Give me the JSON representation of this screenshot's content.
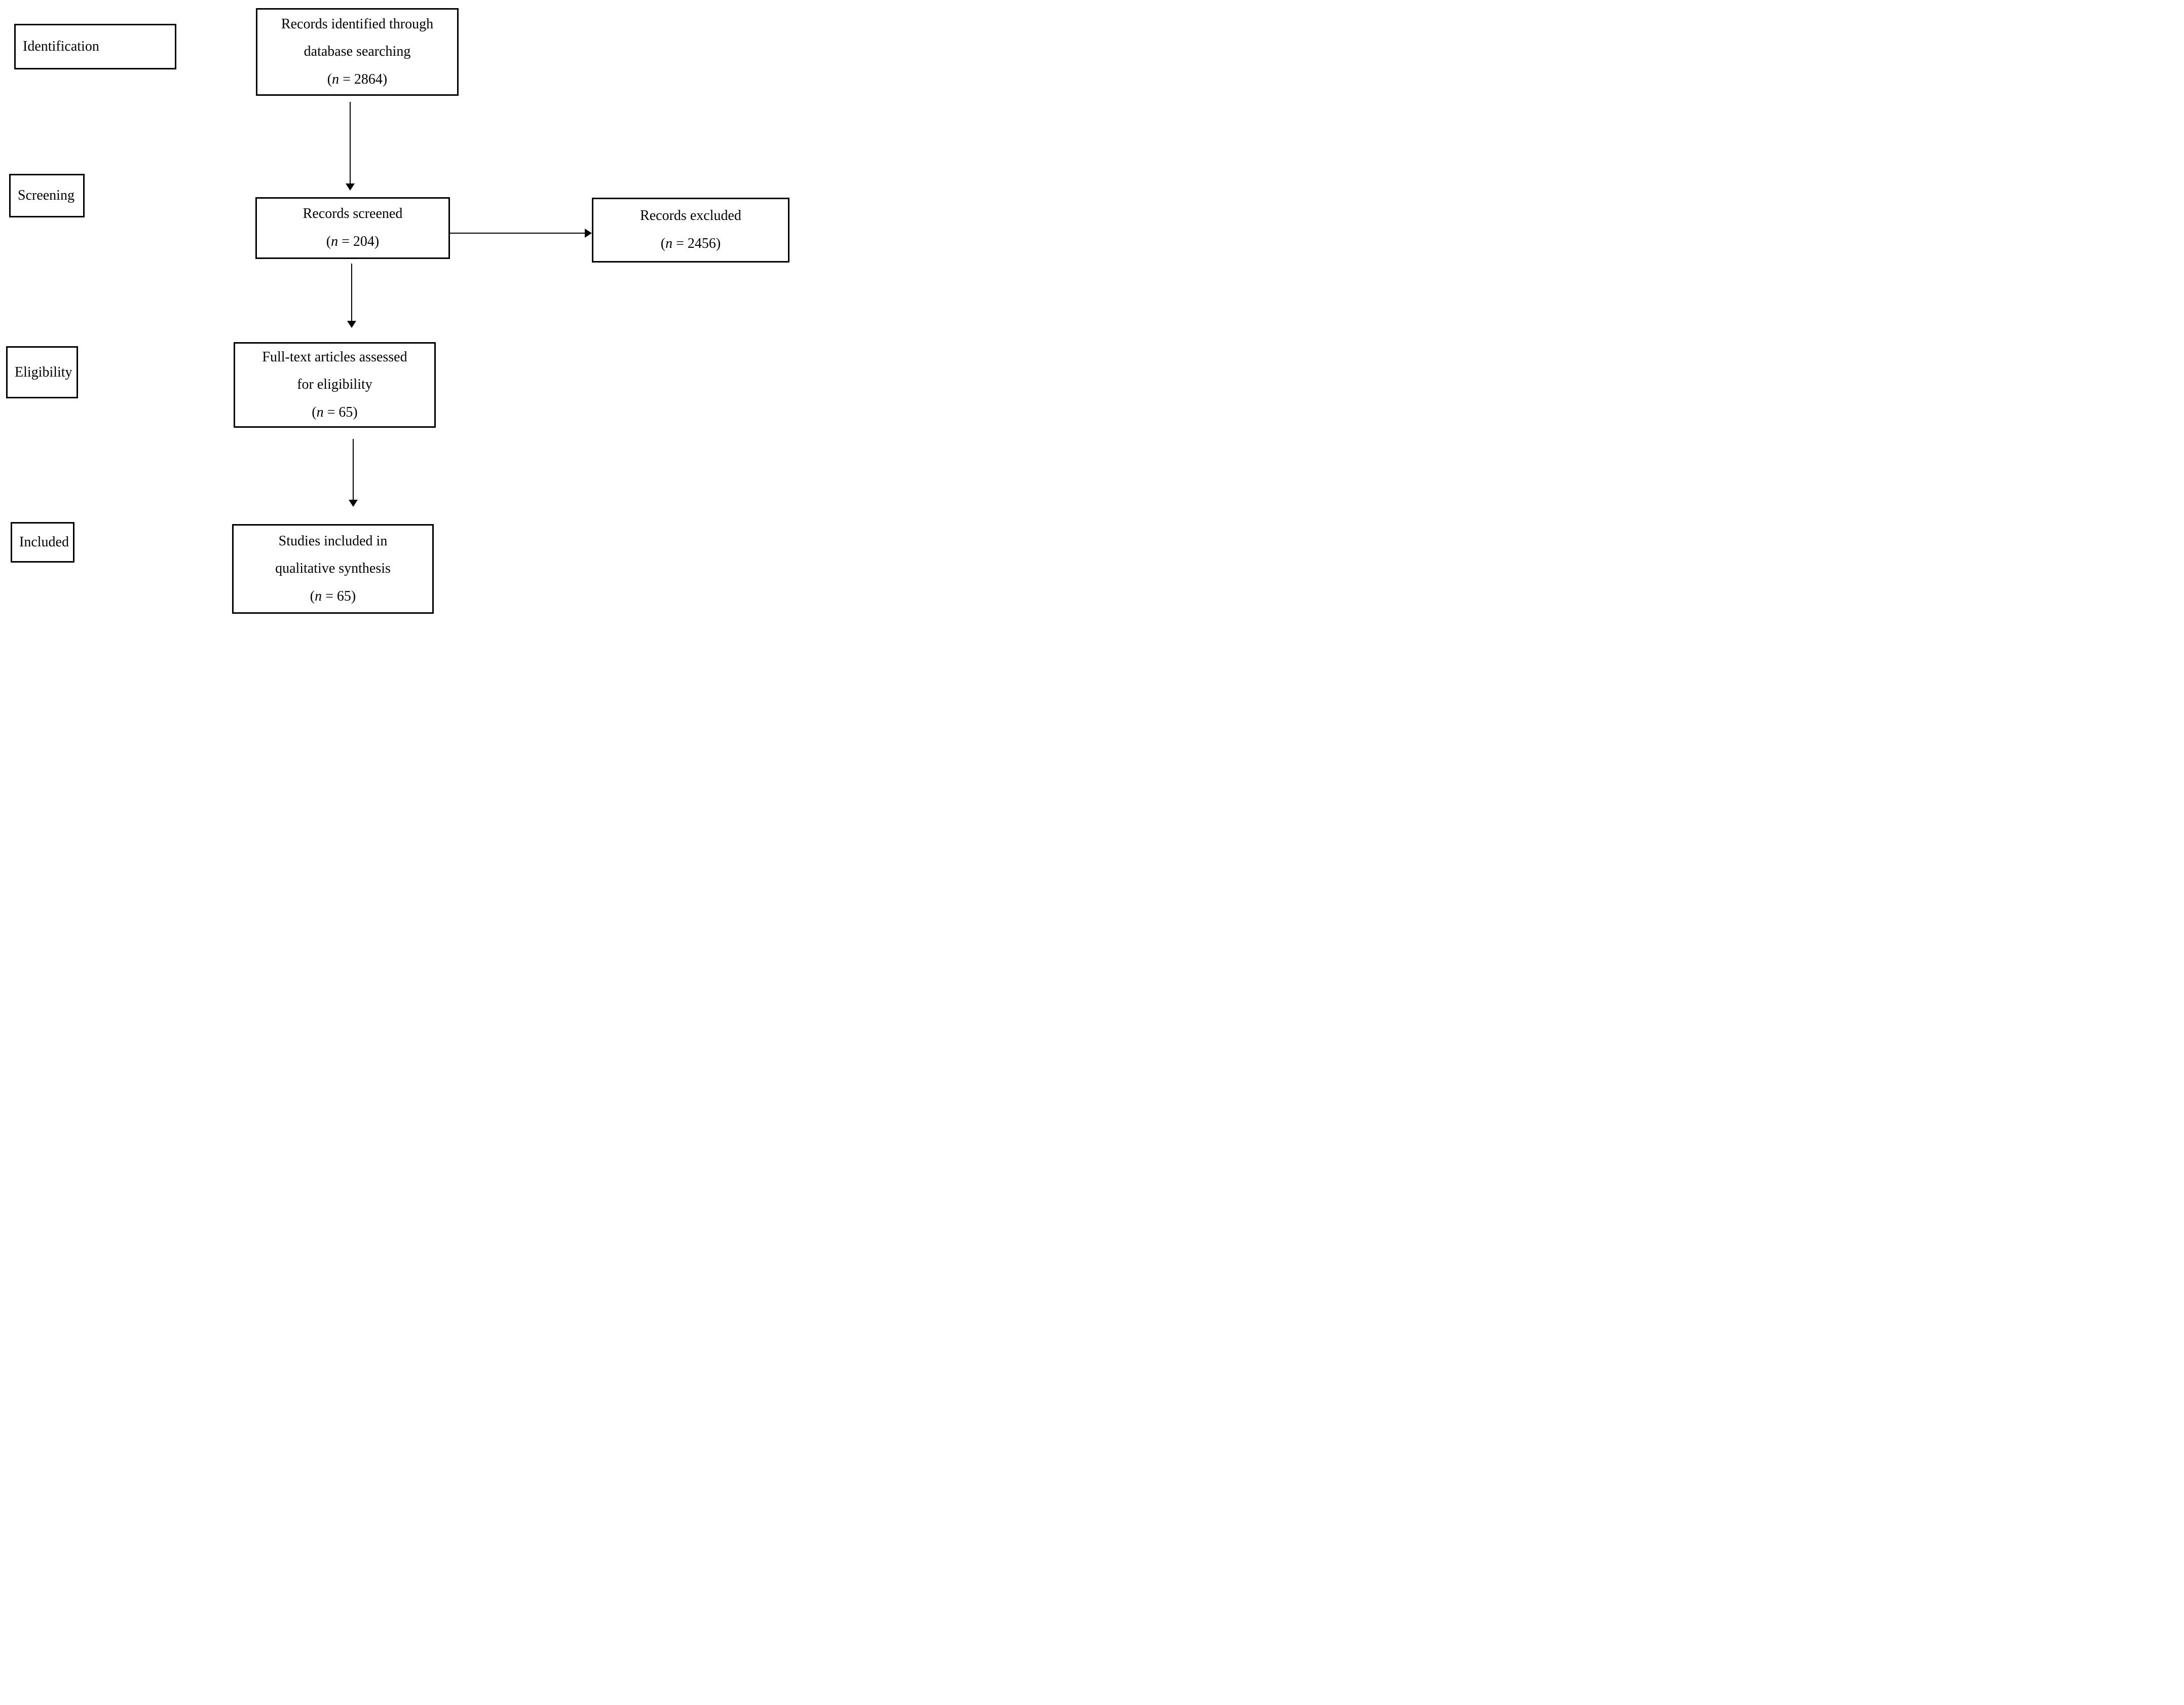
{
  "diagram": {
    "type": "prisma-flowchart",
    "stages": [
      {
        "label": "Identification"
      },
      {
        "label": "Screening"
      },
      {
        "label": "Eligibility"
      },
      {
        "label": "Included"
      }
    ],
    "boxes": {
      "identified": {
        "line1": "Records identified through",
        "line2": "database searching",
        "count": {
          "open": "(",
          "var": "n",
          "rest": " = 2864)",
          "value": 2864
        }
      },
      "screened": {
        "line1": "Records screened",
        "count": {
          "open": "(",
          "var": "n",
          "rest": " = 204)",
          "value": 204
        }
      },
      "excluded": {
        "line1": "Records excluded",
        "count": {
          "open": "(",
          "var": "n",
          "rest": " = 2456)",
          "value": 2456
        }
      },
      "fulltext": {
        "line1": "Full-text articles assessed",
        "line2": "for eligibility",
        "count": {
          "open": "(",
          "var": "n",
          "rest": " = 65)",
          "value": 65
        }
      },
      "studies": {
        "line1": "Studies included in",
        "line2": "qualitative synthesis",
        "count": {
          "open": "(",
          "var": "n",
          "rest": " = 65)",
          "value": 65
        }
      }
    },
    "colors": {
      "line": "#000000",
      "text": "#000000",
      "background": "#ffffff"
    }
  }
}
